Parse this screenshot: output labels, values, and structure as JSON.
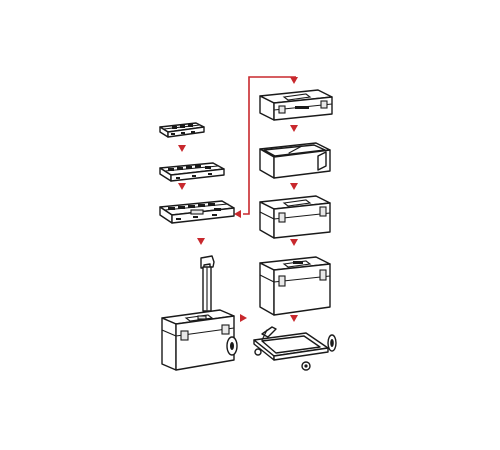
{
  "colors": {
    "accent": "#c8282d",
    "outline": "#1a1a1a",
    "background": "#ffffff"
  },
  "items": [
    {
      "name": "organizer-small",
      "shown": true
    },
    {
      "name": "organizer-medium",
      "shown": true
    },
    {
      "name": "organizer-large",
      "shown": true
    },
    {
      "name": "mobile-toolbox-with-trolley",
      "shown": true
    },
    {
      "name": "flat-toolbox",
      "shown": true
    },
    {
      "name": "open-tray",
      "shown": true
    },
    {
      "name": "toolbox",
      "shown": true
    },
    {
      "name": "deep-toolbox",
      "shown": true
    },
    {
      "name": "wheeled-cart",
      "shown": true
    }
  ]
}
